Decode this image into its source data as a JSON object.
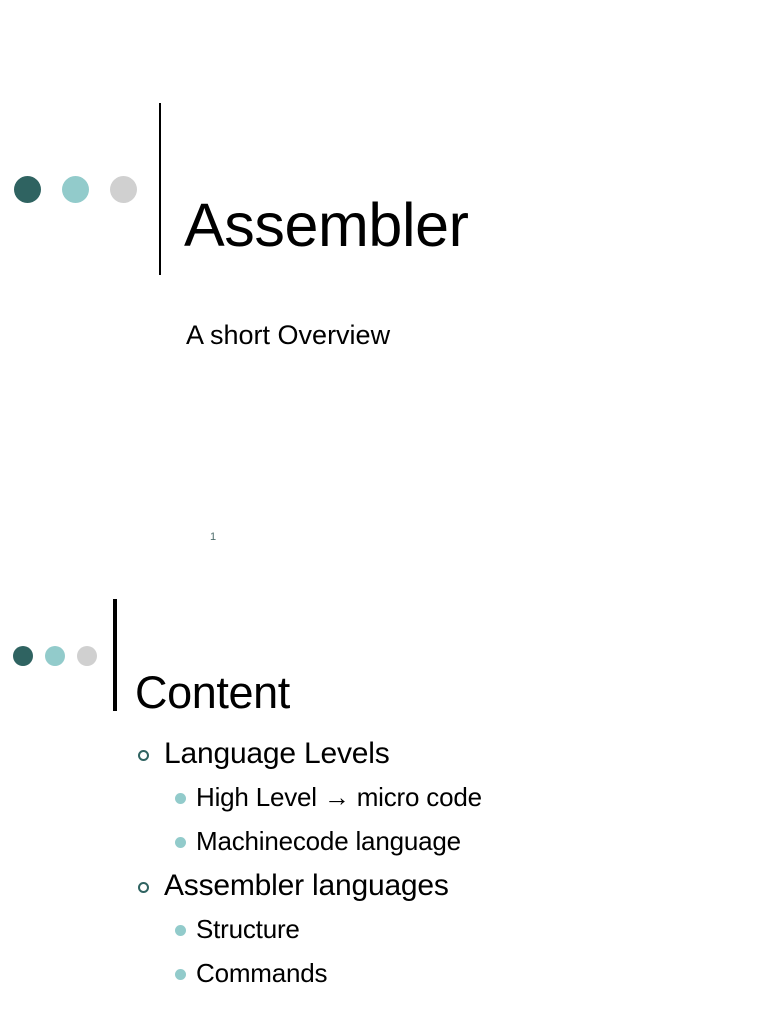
{
  "document": {
    "title": "Assembler",
    "subtitle": "A short Overview"
  },
  "colors": {
    "dot_dark": "#2f6361",
    "dot_mid": "#92cbcb",
    "dot_light": "#d0d0d0",
    "rule": "#000000",
    "text": "#000000",
    "page_number": "#4f6d6c",
    "background": "#ffffff"
  },
  "slides": [
    {
      "id": "slide-1",
      "title": "Assembler",
      "subtitle": "A short Overview",
      "page_number": "1",
      "decor_dots": [
        {
          "name": "dot-dark",
          "color": "#2f6361"
        },
        {
          "name": "dot-mid",
          "color": "#92cbcb"
        },
        {
          "name": "dot-light",
          "color": "#d0d0d0"
        }
      ]
    },
    {
      "id": "slide-2",
      "title": "Content",
      "decor_dots": [
        {
          "name": "dot-dark",
          "color": "#2f6361"
        },
        {
          "name": "dot-mid",
          "color": "#92cbcb"
        },
        {
          "name": "dot-light",
          "color": "#d0d0d0"
        }
      ],
      "bullets": [
        {
          "level": 1,
          "marker": "hollow-circle-bullet",
          "text": "Language Levels"
        },
        {
          "level": 2,
          "marker": "filled-circle-bullet",
          "text": "High Level → micro code"
        },
        {
          "level": 2,
          "marker": "filled-circle-bullet",
          "text": "Machinecode language"
        },
        {
          "level": 1,
          "marker": "hollow-circle-bullet",
          "text": "Assembler languages"
        },
        {
          "level": 2,
          "marker": "filled-circle-bullet",
          "text": "Structure"
        },
        {
          "level": 2,
          "marker": "filled-circle-bullet",
          "text": "Commands"
        }
      ]
    }
  ]
}
